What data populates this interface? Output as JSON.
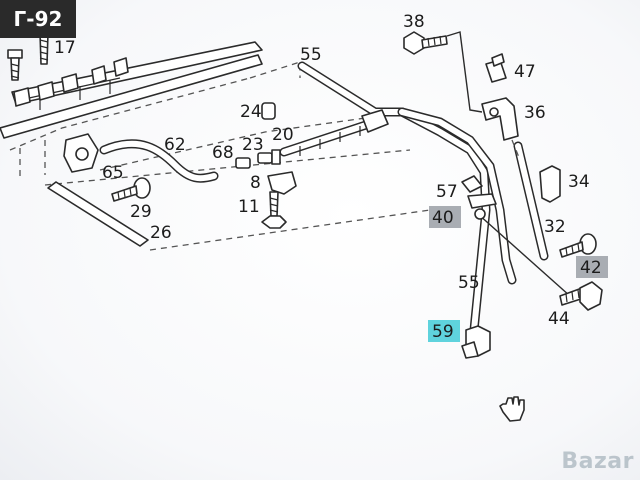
{
  "badge": {
    "text": "Г-92"
  },
  "watermark": {
    "text": "Bazar",
    "colour": "#7f919a"
  },
  "highlight_colours": {
    "teal": "#5fd3dd",
    "gray": "#a9adb3"
  },
  "labels": [
    {
      "id": "38",
      "text": "38"
    },
    {
      "id": "47",
      "text": "47"
    },
    {
      "id": "36",
      "text": "36"
    },
    {
      "id": "55a",
      "text": "55"
    },
    {
      "id": "17",
      "text": "17"
    },
    {
      "id": "24",
      "text": "24"
    },
    {
      "id": "62",
      "text": "62"
    },
    {
      "id": "68",
      "text": "68"
    },
    {
      "id": "23",
      "text": "23"
    },
    {
      "id": "20",
      "text": "20"
    },
    {
      "id": "65",
      "text": "65"
    },
    {
      "id": "8",
      "text": "8"
    },
    {
      "id": "34",
      "text": "34"
    },
    {
      "id": "57",
      "text": "57"
    },
    {
      "id": "29",
      "text": "29"
    },
    {
      "id": "11",
      "text": "11"
    },
    {
      "id": "40",
      "text": "40",
      "highlight": "gray"
    },
    {
      "id": "32",
      "text": "32"
    },
    {
      "id": "26",
      "text": "26"
    },
    {
      "id": "42",
      "text": "42",
      "highlight": "gray"
    },
    {
      "id": "55b",
      "text": "55"
    },
    {
      "id": "44",
      "text": "44"
    },
    {
      "id": "59",
      "text": "59",
      "highlight": "teal"
    }
  ]
}
